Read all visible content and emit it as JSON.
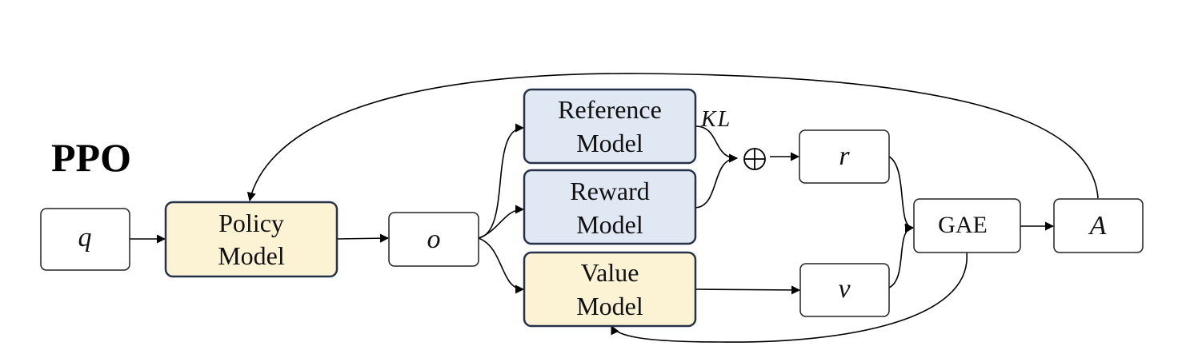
{
  "title": "PPO",
  "kl_label": "KL",
  "oplus_symbol": "⊕",
  "nodes": {
    "q": "q",
    "policy": [
      "Policy",
      "Model"
    ],
    "o": "o",
    "reference": [
      "Reference",
      "Model"
    ],
    "reward": [
      "Reward",
      "Model"
    ],
    "value": [
      "Value",
      "Model"
    ],
    "r": "r",
    "v": "v",
    "gae": "GAE",
    "a": "A"
  },
  "colors": {
    "trained_model_fill": "#fcf2d4",
    "frozen_model_fill": "#dfe8f3",
    "model_border": "#26324a",
    "plain_fill": "#ffffff",
    "plain_border": "#222222"
  }
}
